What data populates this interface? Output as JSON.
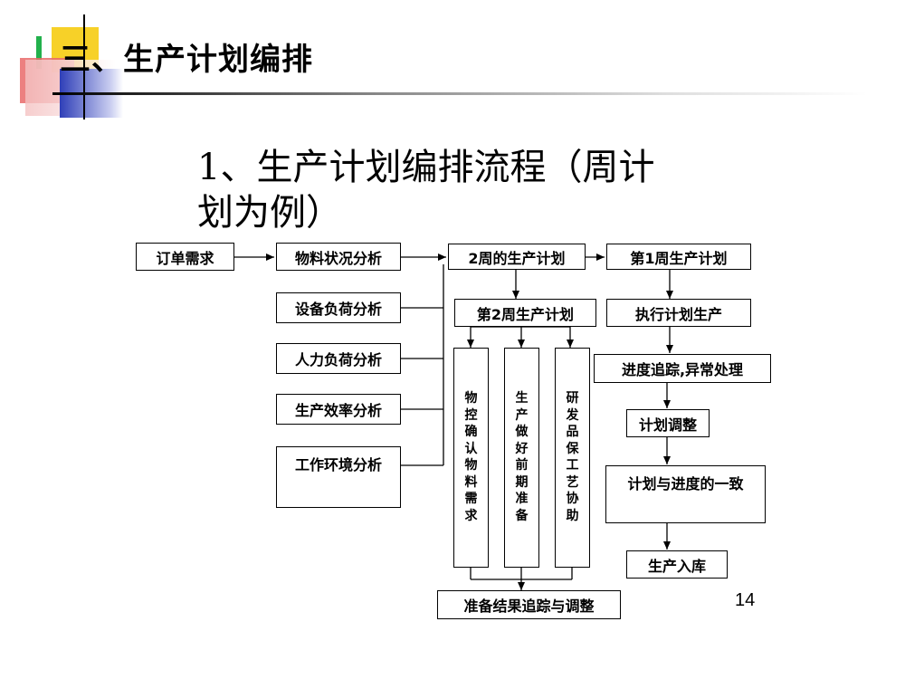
{
  "slide": {
    "header_title": "三、生产计划编排",
    "subtitle": "1、生产计划编排流程（周计划为例）",
    "page_number": "14"
  },
  "flow": {
    "order_demand": "订单需求",
    "material_analysis": "物料状况分析",
    "equipment_analysis": "设备负荷分析",
    "manpower_analysis": "人力负荷分析",
    "efficiency_analysis": "生产效率分析",
    "environment_analysis": "工作环境分析",
    "two_week_plan": "2周的生产计划",
    "week2_plan": "第2周生产计划",
    "col_material": "物控确认物料需求",
    "col_production": "生产做好前期准备",
    "col_rd": "研发品保工艺协助",
    "prep_tracking": "准备结果追踪与调整",
    "week1_plan": "第1周生产计划",
    "execute": "执行计划生产",
    "progress_tracking": "进度追踪,异常处理",
    "plan_adjust": "计划调整",
    "consistency": "计划与进度的一致",
    "warehouse": "生产入库"
  }
}
